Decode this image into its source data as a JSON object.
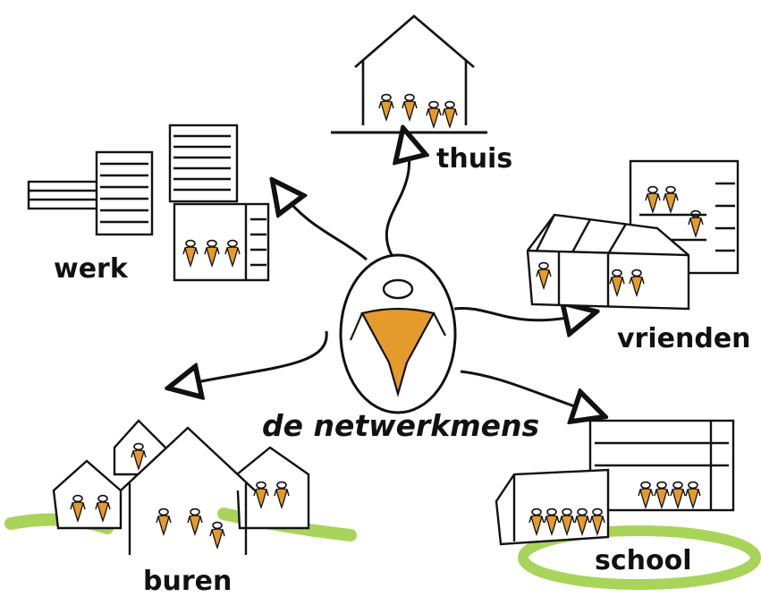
{
  "center": {
    "label": "de netwerkmens"
  },
  "nodes": {
    "thuis": "thuis",
    "werk": "werk",
    "vrienden": "vrienden",
    "buren": "buren",
    "school": "school"
  },
  "colors": {
    "person": "#e59a2c",
    "green": "#a8d45a",
    "ink": "#111111"
  }
}
